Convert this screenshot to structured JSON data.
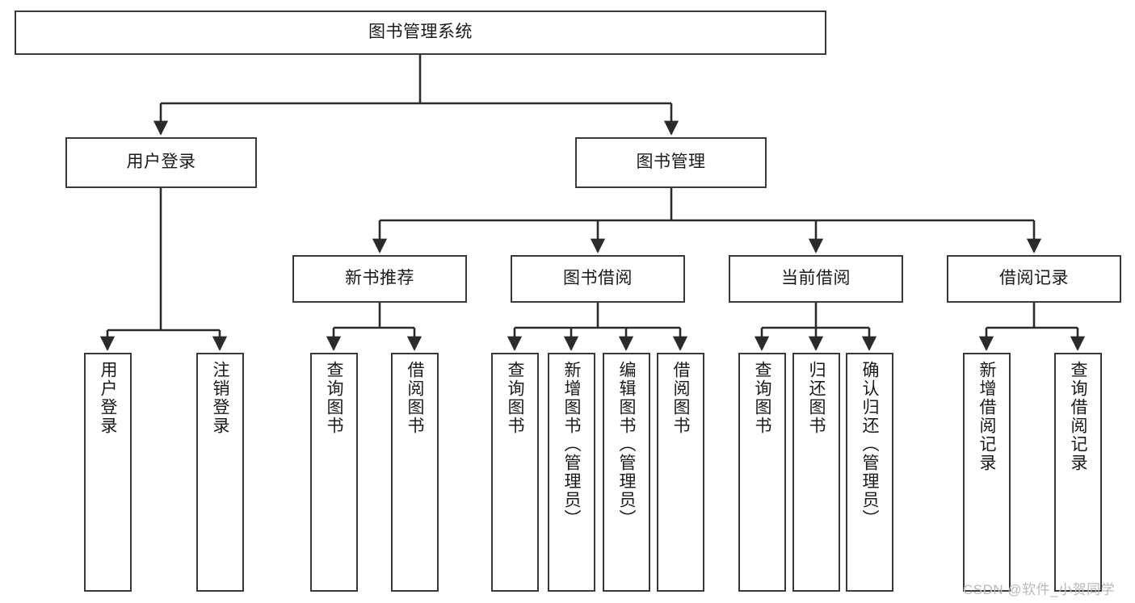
{
  "diagram": {
    "title": "图书管理系统",
    "type": "tree-hierarchy",
    "root": {
      "id": "root",
      "label": "图书管理系统"
    },
    "level1": [
      {
        "id": "user-login",
        "label": "用户登录"
      },
      {
        "id": "book-management",
        "label": "图书管理"
      }
    ],
    "level2": [
      {
        "id": "new-book-recommend",
        "label": "新书推荐",
        "parent": "book-management"
      },
      {
        "id": "book-borrow",
        "label": "图书借阅",
        "parent": "book-management"
      },
      {
        "id": "current-borrow",
        "label": "当前借阅",
        "parent": "book-management"
      },
      {
        "id": "borrow-record",
        "label": "借阅记录",
        "parent": "book-management"
      }
    ],
    "leaves": {
      "user_login": [
        {
          "id": "leaf-user-login",
          "label": "用户登录"
        },
        {
          "id": "leaf-logout-login",
          "label": "注销登录"
        }
      ],
      "new_book_recommend": [
        {
          "id": "leaf-query-book-1",
          "label": "查询图书"
        },
        {
          "id": "leaf-borrow-book-1",
          "label": "借阅图书"
        }
      ],
      "book_borrow": [
        {
          "id": "leaf-query-book-2",
          "label": "查询图书"
        },
        {
          "id": "leaf-add-book",
          "label": "新增图书（管理员）"
        },
        {
          "id": "leaf-edit-book",
          "label": "编辑图书（管理员）"
        },
        {
          "id": "leaf-borrow-book-2",
          "label": "借阅图书"
        }
      ],
      "current_borrow": [
        {
          "id": "leaf-query-book-3",
          "label": "查询图书"
        },
        {
          "id": "leaf-return-book",
          "label": "归还图书"
        },
        {
          "id": "leaf-confirm-return",
          "label": "确认归还（管理员）"
        }
      ],
      "borrow_record": [
        {
          "id": "leaf-add-record",
          "label": "新增借阅记录"
        },
        {
          "id": "leaf-query-record",
          "label": "查询借阅记录"
        }
      ]
    },
    "style": {
      "box_border_color": "#3a3a3a",
      "box_fill_color": "#ffffff",
      "edge_color": "#2b2b2b",
      "text_color": "#1a1a1a",
      "background": "#ffffff"
    }
  },
  "watermark": {
    "text": "CSDN @软件_小贺同学",
    "color": "#b9b9b9"
  }
}
